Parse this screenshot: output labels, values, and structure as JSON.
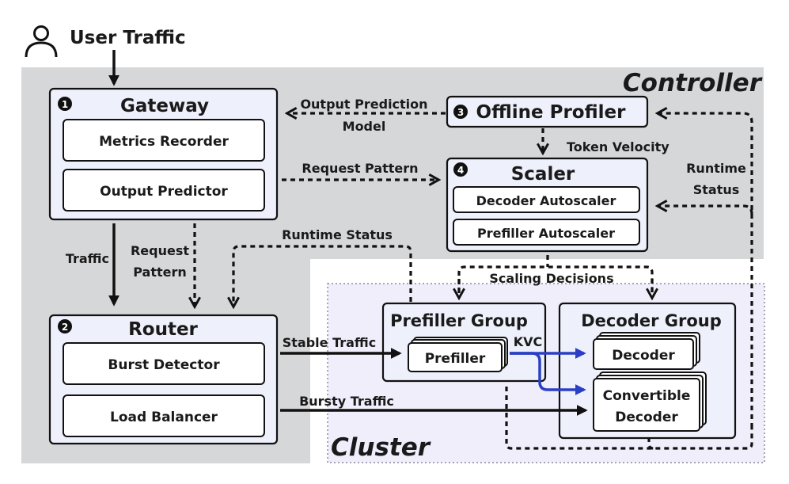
{
  "user_traffic": "User Traffic",
  "regions": {
    "controller": "Controller",
    "cluster": "Cluster"
  },
  "components": {
    "gateway": {
      "num": "1",
      "title": "Gateway",
      "items": [
        "Metrics Recorder",
        "Output Predictor"
      ]
    },
    "router": {
      "num": "2",
      "title": "Router",
      "items": [
        "Burst Detector",
        "Load Balancer"
      ]
    },
    "profiler": {
      "num": "3",
      "title": "Offline Profiler"
    },
    "scaler": {
      "num": "4",
      "title": "Scaler",
      "items": [
        "Decoder Autoscaler",
        "Prefiller Autoscaler"
      ]
    },
    "prefiller_group": {
      "title": "Prefiller Group",
      "item": "Prefiller"
    },
    "decoder_group": {
      "title": "Decoder Group",
      "decoder": "Decoder",
      "convertible": [
        "Convertible",
        "Decoder"
      ]
    }
  },
  "labels": {
    "output_prediction": [
      "Output Prediction",
      "Model"
    ],
    "token_velocity": "Token Velocity",
    "request_pattern_h": "Request Pattern",
    "runtime_status_right": [
      "Runtime",
      "Status"
    ],
    "runtime_status_top": "Runtime Status",
    "traffic": "Traffic",
    "request_pattern_v": [
      "Request",
      "Pattern"
    ],
    "scaling_decisions": "Scaling Decisions",
    "stable_traffic": "Stable  Traffic",
    "bursty_traffic": "Bursty Traffic",
    "kvc": "KVC"
  },
  "colors": {
    "controller_bg": "#d6d7d9",
    "cluster_bg": "#f1eefb",
    "box_fill": "#eef0fb",
    "kv_arrow": "#2b3fc4"
  }
}
